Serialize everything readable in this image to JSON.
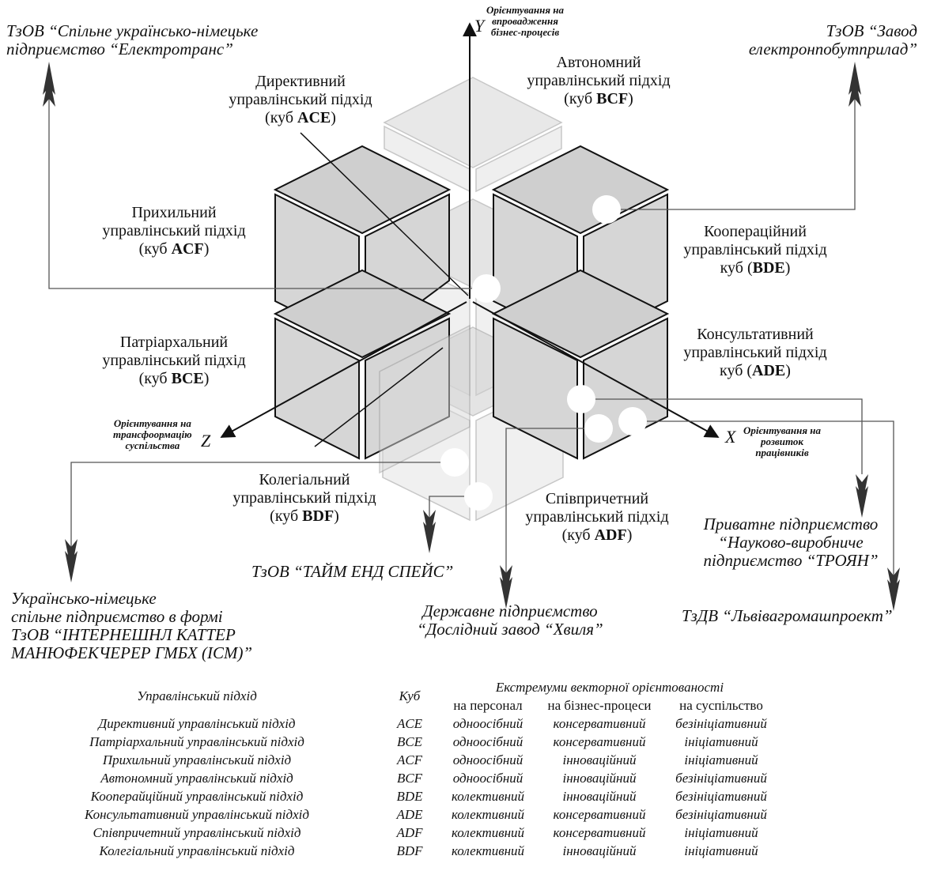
{
  "axes": {
    "y": {
      "letter": "Y",
      "note": "Орієнтування на впровадження бізнес-процесів",
      "note_lines": [
        "Орієнтування на",
        "впровадження",
        "бізнес-процесів"
      ]
    },
    "x": {
      "letter": "X",
      "note_lines": [
        "Орієнтування на",
        "розвиток",
        "працівників"
      ]
    },
    "z": {
      "letter": "Z",
      "note_lines": [
        "Орієнтування на",
        "трансфоормацію",
        "суспільства"
      ]
    }
  },
  "cubes": {
    "ace": {
      "line1": "Директивний",
      "line2": "управлінський підхід",
      "pre": "(куб ",
      "code": "ACE",
      "post": ")"
    },
    "bcf": {
      "line1": "Автономний",
      "line2": "управлінський підхід",
      "pre": "(куб ",
      "code": "BCF",
      "post": ")"
    },
    "acf": {
      "line1": "Прихильний",
      "line2": "управлінський підхід",
      "pre": "(куб ",
      "code": "ACF",
      "post": ")"
    },
    "bde": {
      "line1": "Кооперацiйний",
      "line2": "управлiнський пiдхiд",
      "pre": "куб (",
      "code": "BDE",
      "post": ")"
    },
    "bce": {
      "line1": "Патріархальний",
      "line2": "управлінський підхід",
      "pre": "(куб ",
      "code": "BCE",
      "post": ")"
    },
    "ade": {
      "line1": "Консультативний",
      "line2": "управлінський підхід",
      "pre": "куб (",
      "code": "ADE",
      "post": ")"
    },
    "bdf": {
      "line1": "Колегіальний",
      "line2": "управлінський підхід",
      "pre": "(куб ",
      "code": "BDF",
      "post": ")"
    },
    "adf": {
      "line1": "Співпричетний",
      "line2": "управлінський підхід",
      "pre": "(куб ",
      "code": "ADF",
      "post": ")"
    }
  },
  "organizations": {
    "elektrotrans": [
      "ТзОВ “Спільне українсько-німецьке",
      "підприємство “Електротранс”"
    ],
    "zavod": [
      "ТзОВ “Завод",
      "електронпобутприлад”"
    ],
    "troyan": [
      "Приватне підприємство",
      "“Науково-виробниче",
      "підприємство “ТРОЯН”"
    ],
    "lviv": [
      "ТзДВ “Львівагромашпроект”"
    ],
    "taim": [
      "ТзОВ “ТАЙМ ЕНД СПЕЙС”"
    ],
    "khvylia": [
      "Державне підприємство",
      "“Дослідний завод “Хвиля”"
    ],
    "icm": [
      "Українсько-німецьке",
      "спільне підприємство в формі",
      "ТзОВ “ІНТЕРНЕШНЛ КАТТЕР",
      "МАНЮФЕКЧЕРЕР ГМБХ (ICM)”"
    ]
  },
  "table": {
    "header_approach": "Управлінський підхід",
    "header_cube": "Куб",
    "header_group": "Екстремуми векторної орієнтованості",
    "header_personnel": "на персонал",
    "header_business": "на бізнес-процеси",
    "header_society": "на суспільство",
    "rows": [
      [
        "Директивний управлінський підхід",
        "ACE",
        "одноосібний",
        "консервативний",
        "безініціативний"
      ],
      [
        "Патріархальний управлінський підхід",
        "BCE",
        "одноосібний",
        "консервативний",
        "ініціативний"
      ],
      [
        "Прихильний управлінський підхід",
        "ACF",
        "одноосібний",
        "інноваційний",
        "ініціативний"
      ],
      [
        "Автономний управлінський підхід",
        "BCF",
        "одноосібний",
        "інноваційний",
        "безініціативний"
      ],
      [
        "Кооперайційний управлінський підхід",
        "BDE",
        "колективний",
        "інноваційний",
        "безініціативний"
      ],
      [
        "Консультативний управлінський підхід",
        "ADE",
        "колективний",
        "консервативний",
        "безініціативний"
      ],
      [
        "Співпричетний управлінський підхід",
        "ADF",
        "колективний",
        "консервативний",
        "ініціативний"
      ],
      [
        "Колегіальний управлінський підхід",
        "BDF",
        "колективний",
        "інноваційний",
        "ініціативний"
      ]
    ]
  }
}
